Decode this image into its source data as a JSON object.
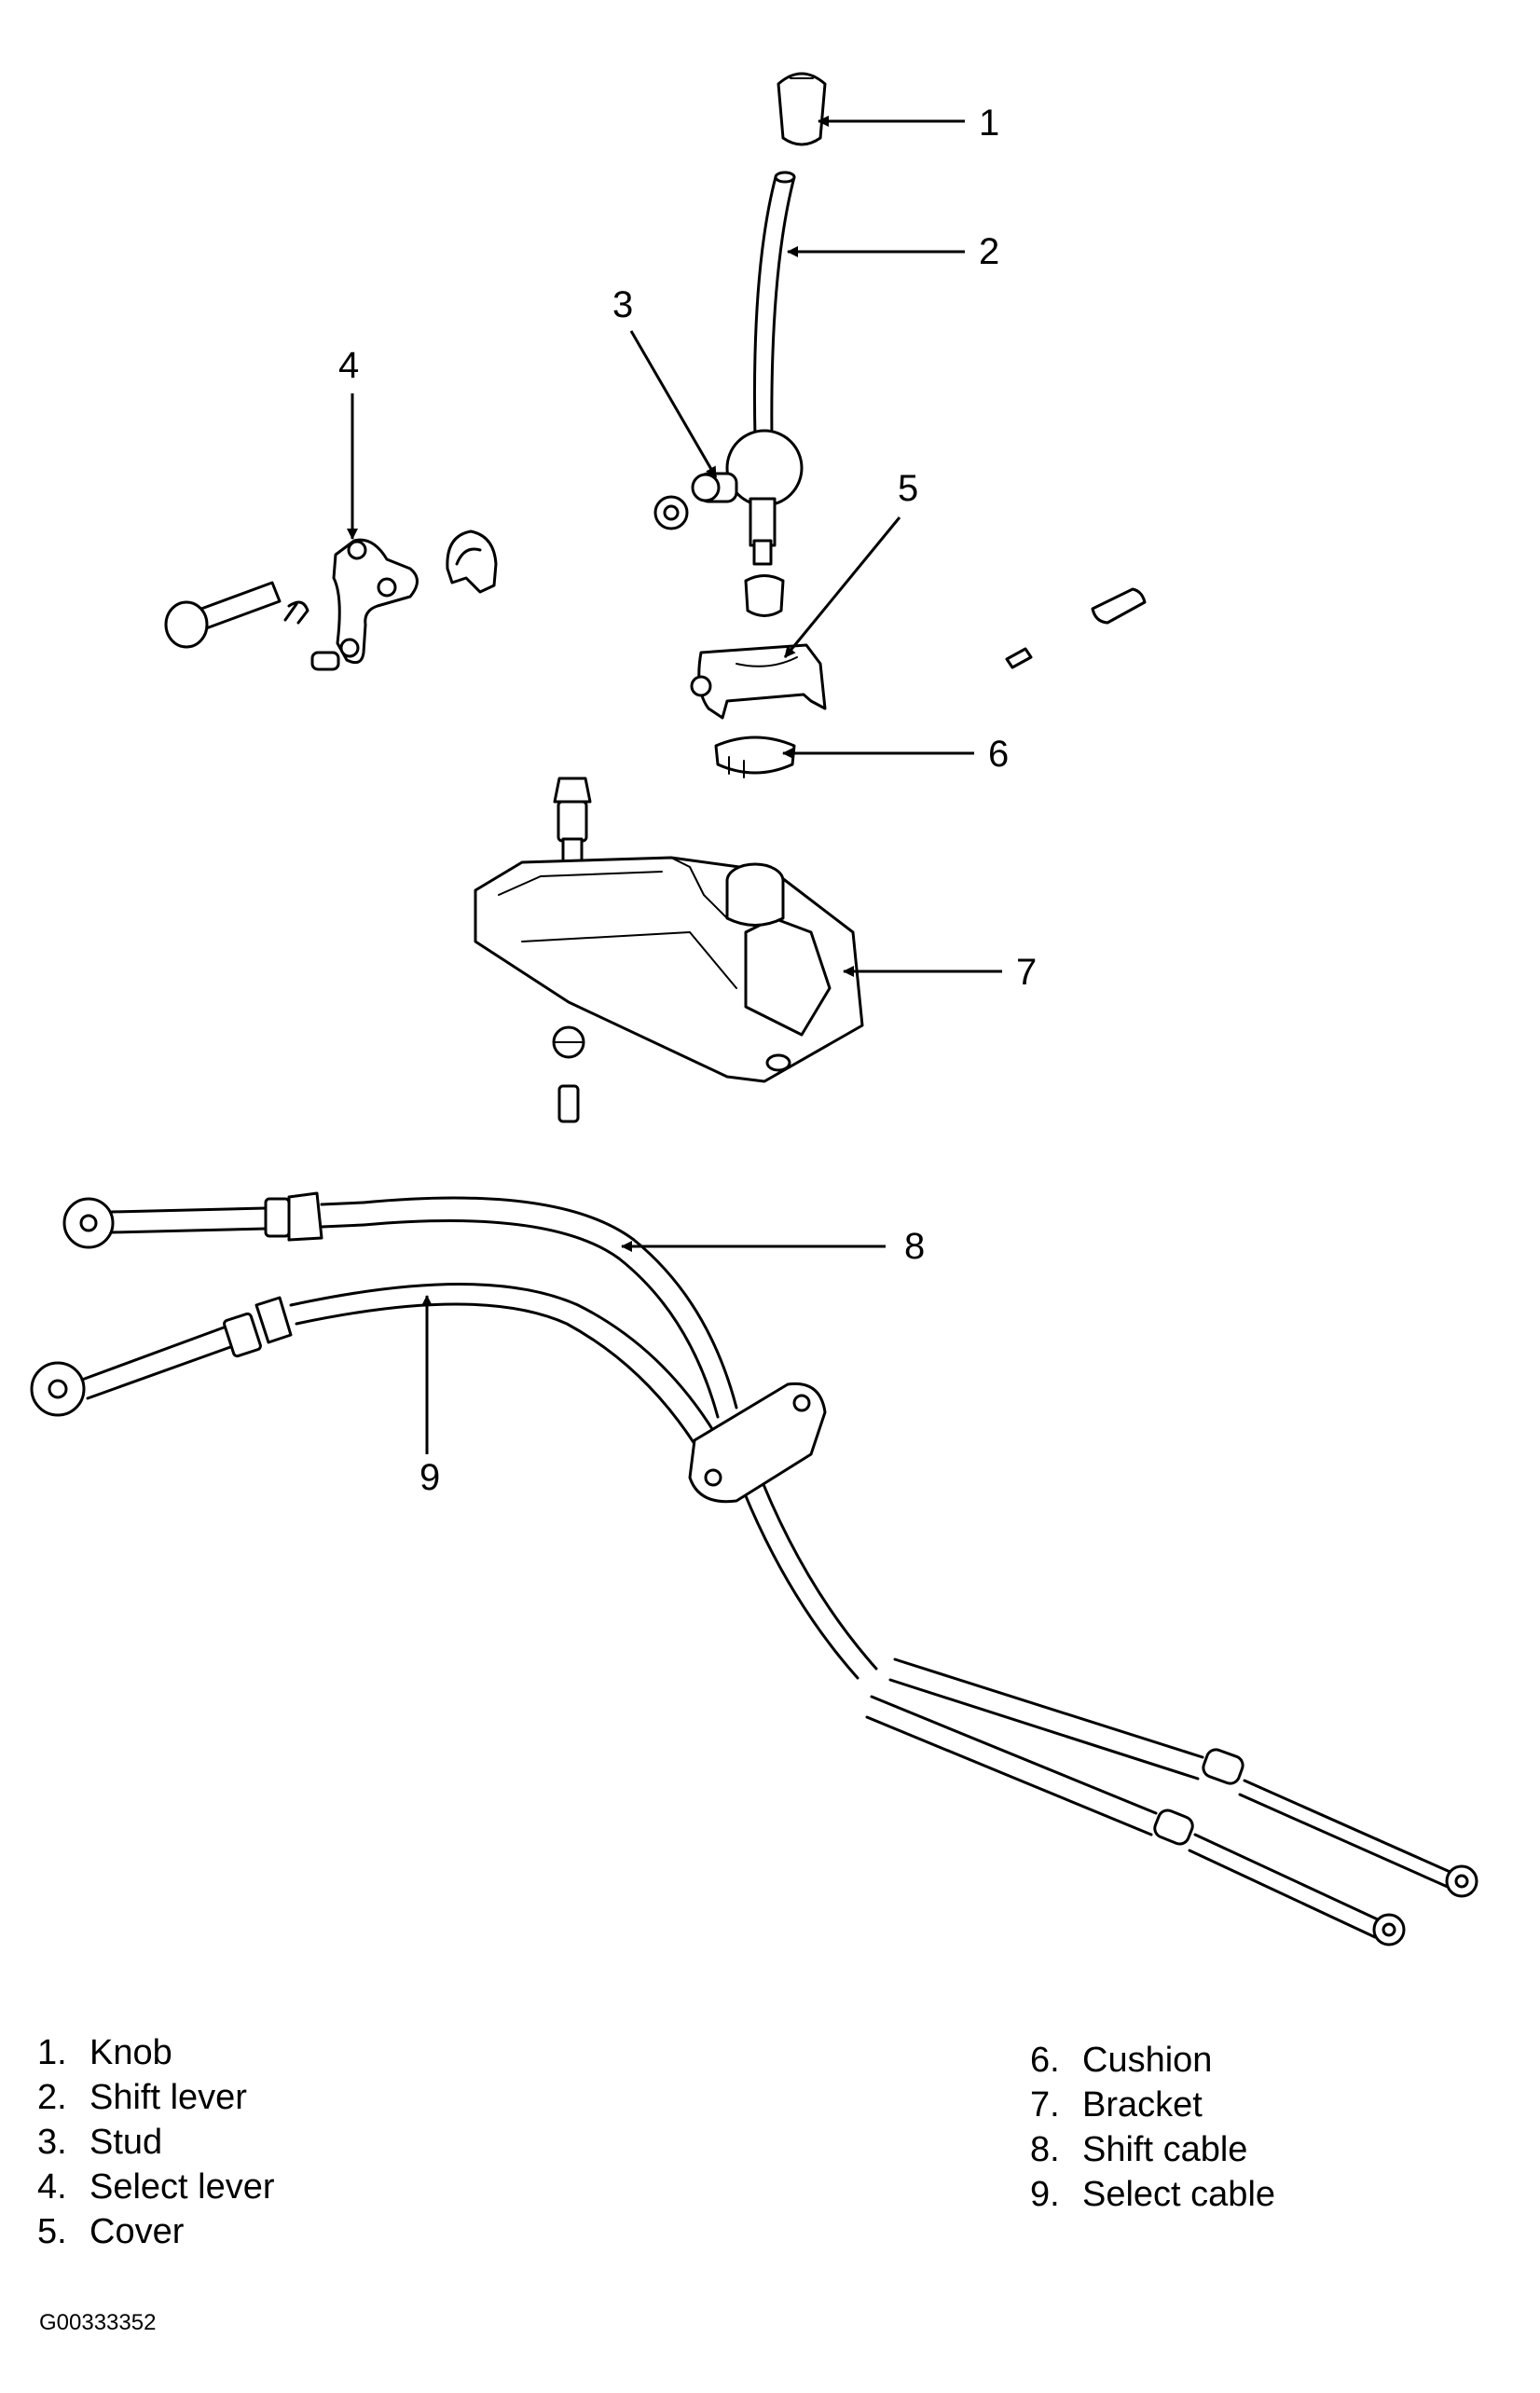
{
  "callouts": [
    "1",
    "2",
    "3",
    "4",
    "5",
    "6",
    "7",
    "8",
    "9"
  ],
  "legend": {
    "left": [
      {
        "num": "1.",
        "label": "Knob"
      },
      {
        "num": "2.",
        "label": "Shift lever"
      },
      {
        "num": "3.",
        "label": "Stud"
      },
      {
        "num": "4.",
        "label": "Select lever"
      },
      {
        "num": "5.",
        "label": "Cover"
      }
    ],
    "right": [
      {
        "num": "6.",
        "label": "Cushion"
      },
      {
        "num": "7.",
        "label": "Bracket"
      },
      {
        "num": "8.",
        "label": "Shift cable"
      },
      {
        "num": "9.",
        "label": "Select cable"
      }
    ]
  },
  "figure_id": "G00333352"
}
